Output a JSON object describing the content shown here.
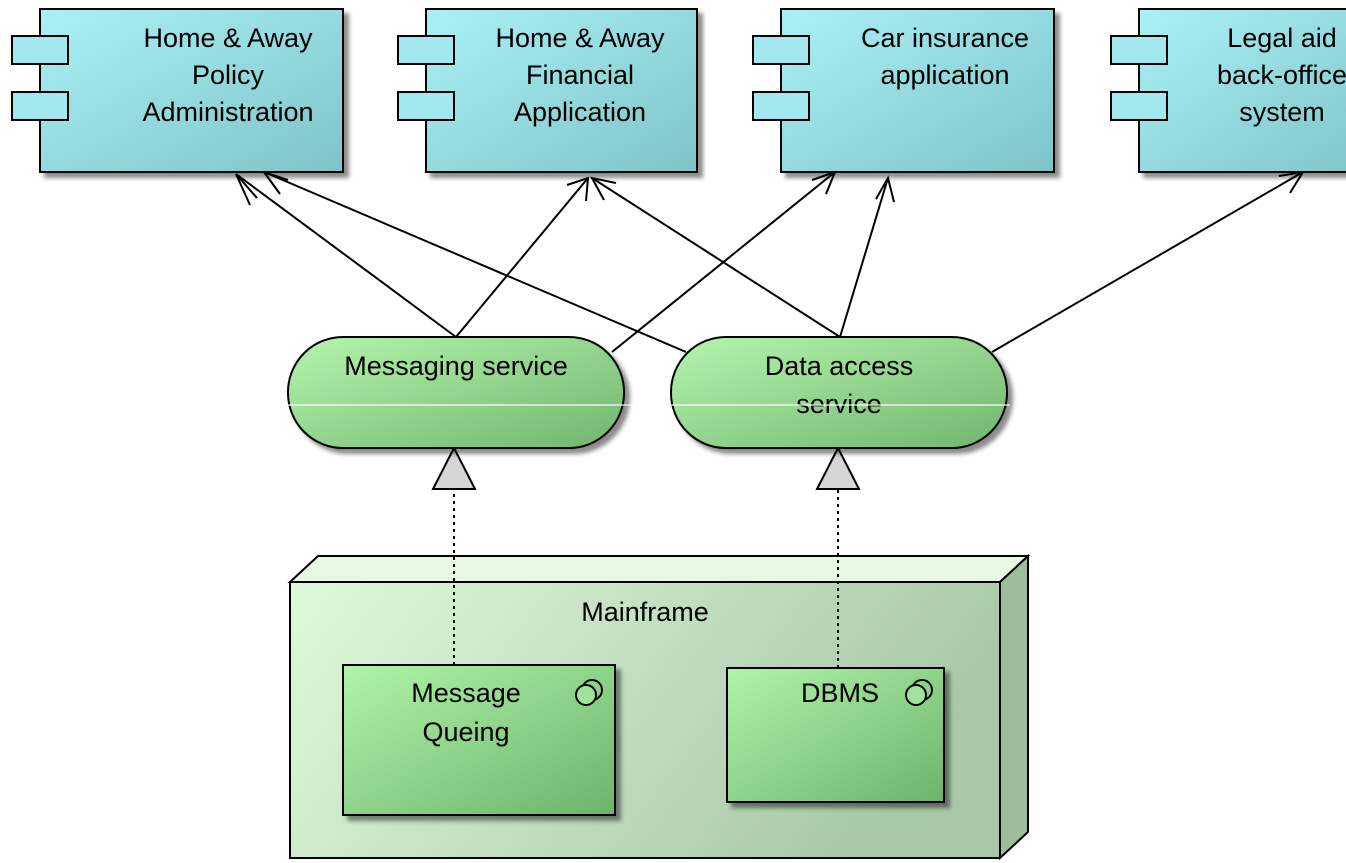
{
  "applications": [
    {
      "lines": [
        "Home & Away",
        "Policy",
        "Administration"
      ]
    },
    {
      "lines": [
        "Home & Away",
        "Financial",
        "Application"
      ]
    },
    {
      "lines": [
        "Car insurance",
        "application"
      ]
    },
    {
      "lines": [
        "Legal aid",
        "back-office",
        "system"
      ]
    }
  ],
  "services": [
    {
      "lines": [
        "Messaging service"
      ]
    },
    {
      "lines": [
        "Data access",
        "service"
      ]
    }
  ],
  "node": {
    "label": "Mainframe",
    "system_software": [
      {
        "lines": [
          "Message",
          "Queing"
        ]
      },
      {
        "lines": [
          "DBMS"
        ]
      }
    ]
  },
  "colors": {
    "application_fill": "#9fe3ea",
    "service_fill": "#a6e6a0",
    "node_fill": "#c4e8c4",
    "system_software_fill": "#a6e6a0"
  }
}
